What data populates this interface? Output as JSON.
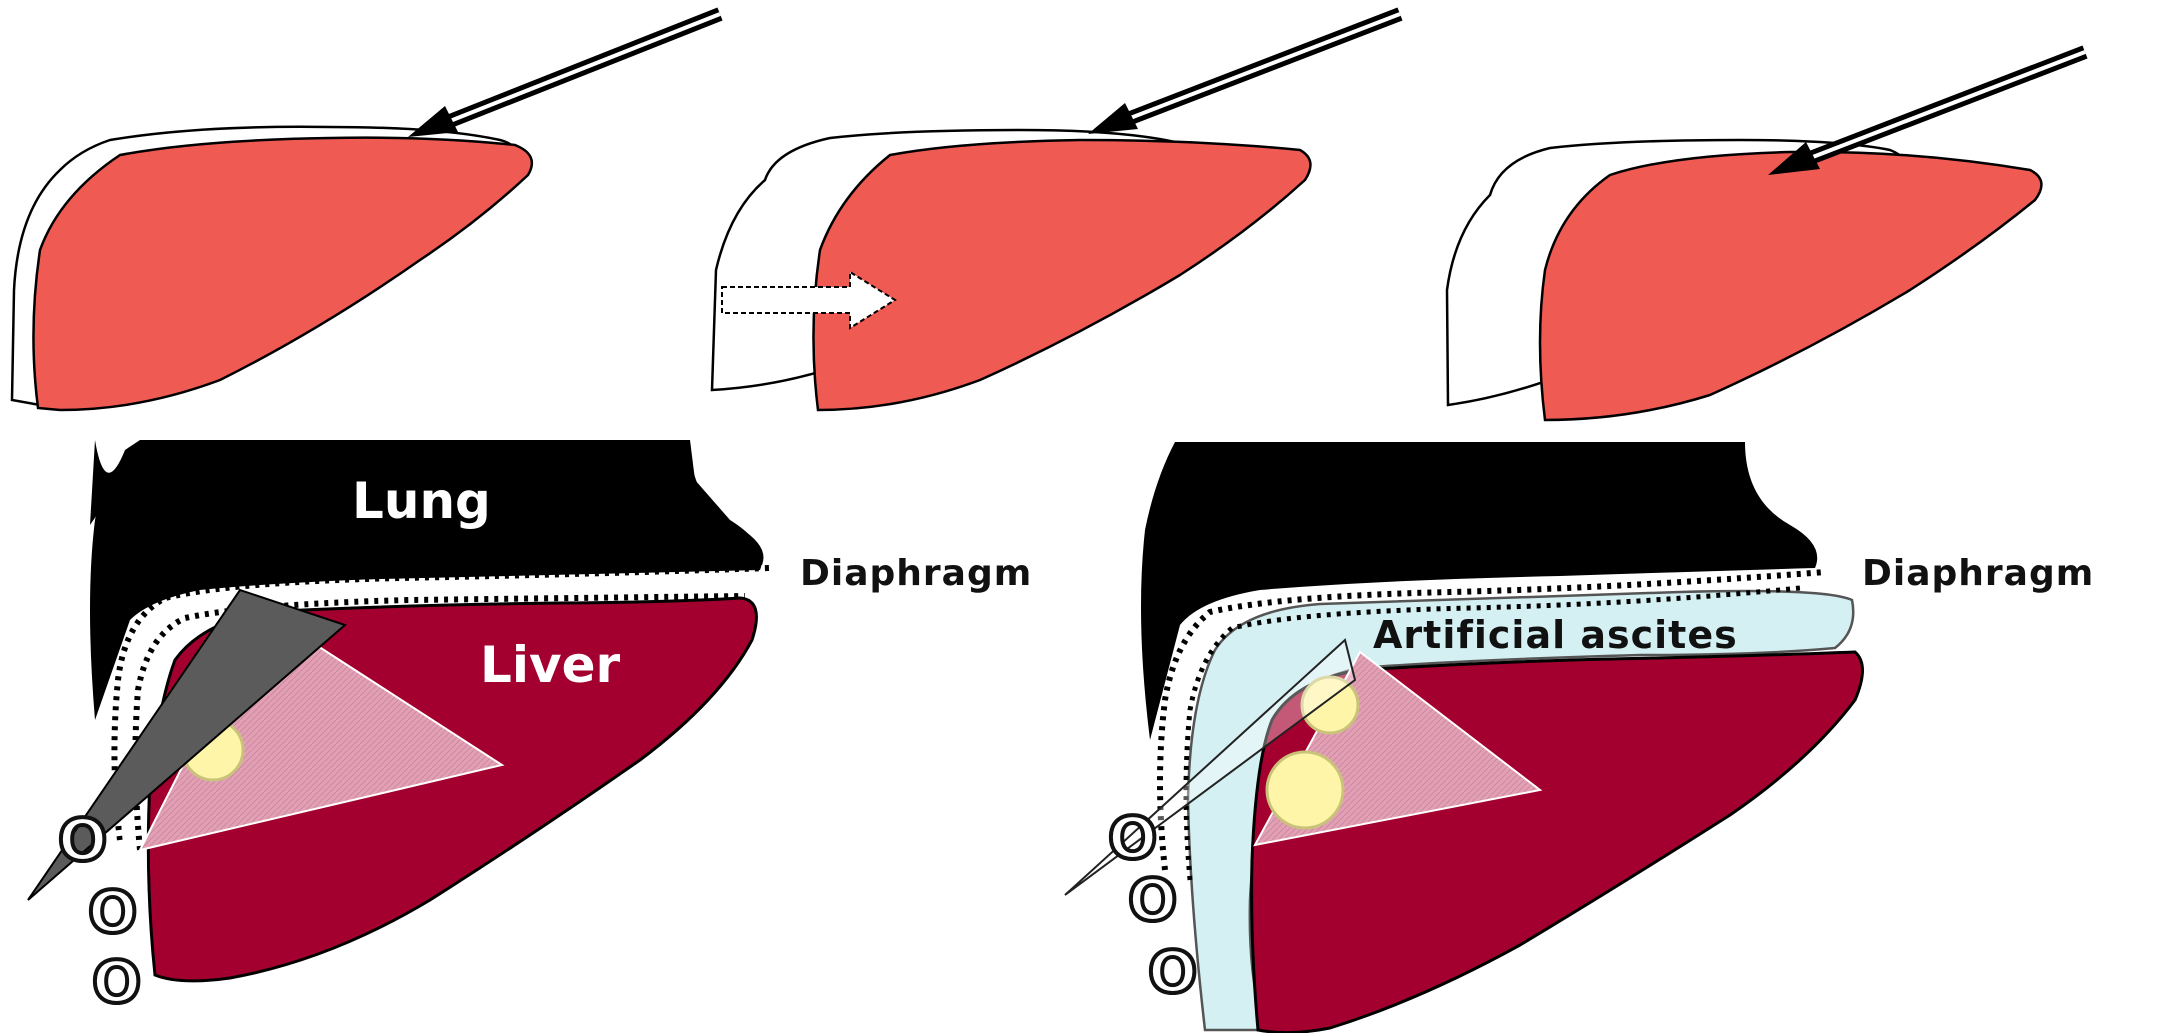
{
  "colors": {
    "liver_top": "#ef5a52",
    "liver_section": "#a4002f",
    "lung": "#000000",
    "ascites": "#d5f0f3",
    "lesion": "#fff5a8",
    "ablation_zone": "#e3a0b5",
    "probe": "#5b5b5b"
  },
  "icons": {
    "needle": "needle-arrow-icon",
    "shift": "shift-arrow-icon"
  },
  "labels": {
    "lung": "Lung",
    "liver": "Liver",
    "diaphragm_left": "Diaphragm",
    "diaphragm_right": "Diaphragm",
    "artificial_ascites": "Artificial ascites"
  }
}
